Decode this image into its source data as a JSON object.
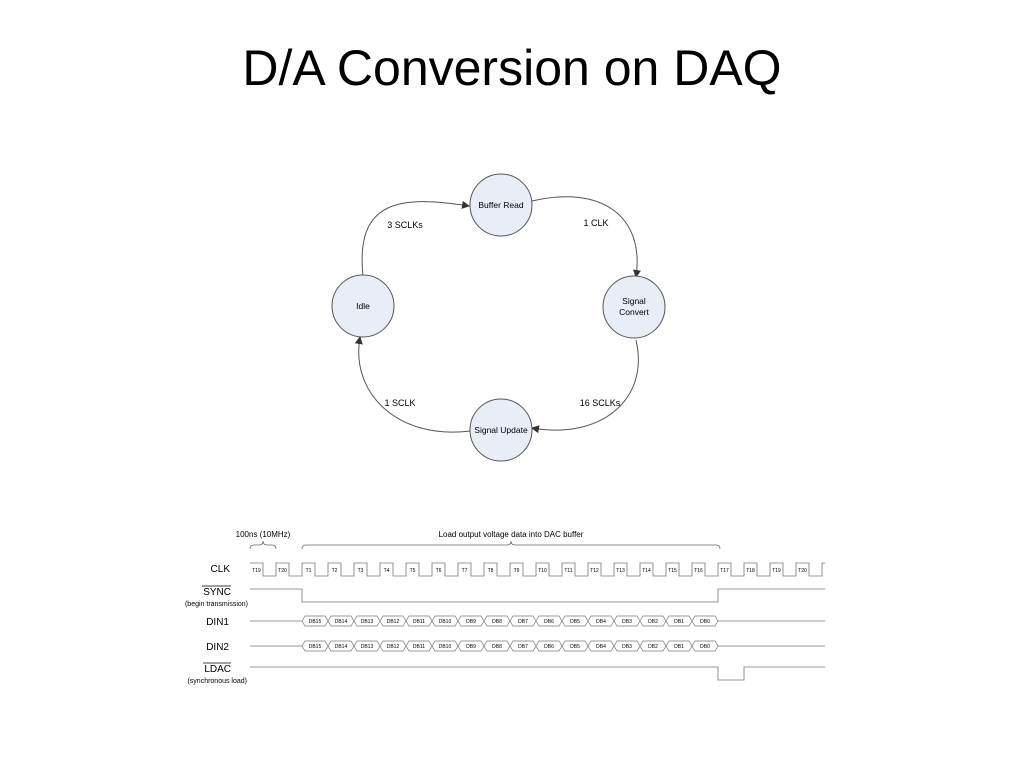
{
  "title": "D/A Conversion on DAQ",
  "state_diagram": {
    "states": [
      {
        "id": "buffer-read",
        "lines": [
          "Buffer Read"
        ]
      },
      {
        "id": "signal-convert",
        "lines": [
          "Signal",
          "Convert"
        ]
      },
      {
        "id": "signal-update",
        "lines": [
          "Signal Update"
        ]
      },
      {
        "id": "idle",
        "lines": [
          "Idle"
        ]
      }
    ],
    "transitions": [
      {
        "from": "idle",
        "to": "buffer-read",
        "label": "3 SCLKs"
      },
      {
        "from": "buffer-read",
        "to": "signal-convert",
        "label": "1 CLK"
      },
      {
        "from": "signal-convert",
        "to": "signal-update",
        "label": "16 SCLKs"
      },
      {
        "from": "signal-update",
        "to": "idle",
        "label": "1 SCLK"
      }
    ],
    "colors": {
      "state_fill": "#e8edf6",
      "stroke": "#555555"
    }
  },
  "timing_diagram": {
    "period_label": "100ns (10MHz)",
    "load_label": "Load output voltage data into DAC buffer",
    "signals": {
      "clk": {
        "label": "CLK"
      },
      "sync": {
        "label": "SYNC",
        "sublabel": "(begin transmission)"
      },
      "din1": {
        "label": "DIN1"
      },
      "din2": {
        "label": "DIN2"
      },
      "ldac": {
        "label": "LDAC",
        "sublabel": "(synchronous load)"
      }
    },
    "clock_ticks": [
      "T19",
      "T20",
      "T1",
      "T2",
      "T3",
      "T4",
      "T5",
      "T6",
      "T7",
      "T8",
      "T9",
      "T10",
      "T11",
      "T12",
      "T13",
      "T14",
      "T15",
      "T16",
      "T17",
      "T18",
      "T19",
      "T20"
    ],
    "data_bits": [
      "DB15",
      "DB14",
      "DB13",
      "DB12",
      "DB11",
      "DB10",
      "DB9",
      "DB8",
      "DB7",
      "DB6",
      "DB5",
      "DB4",
      "DB3",
      "DB2",
      "DB1",
      "DB0"
    ]
  }
}
